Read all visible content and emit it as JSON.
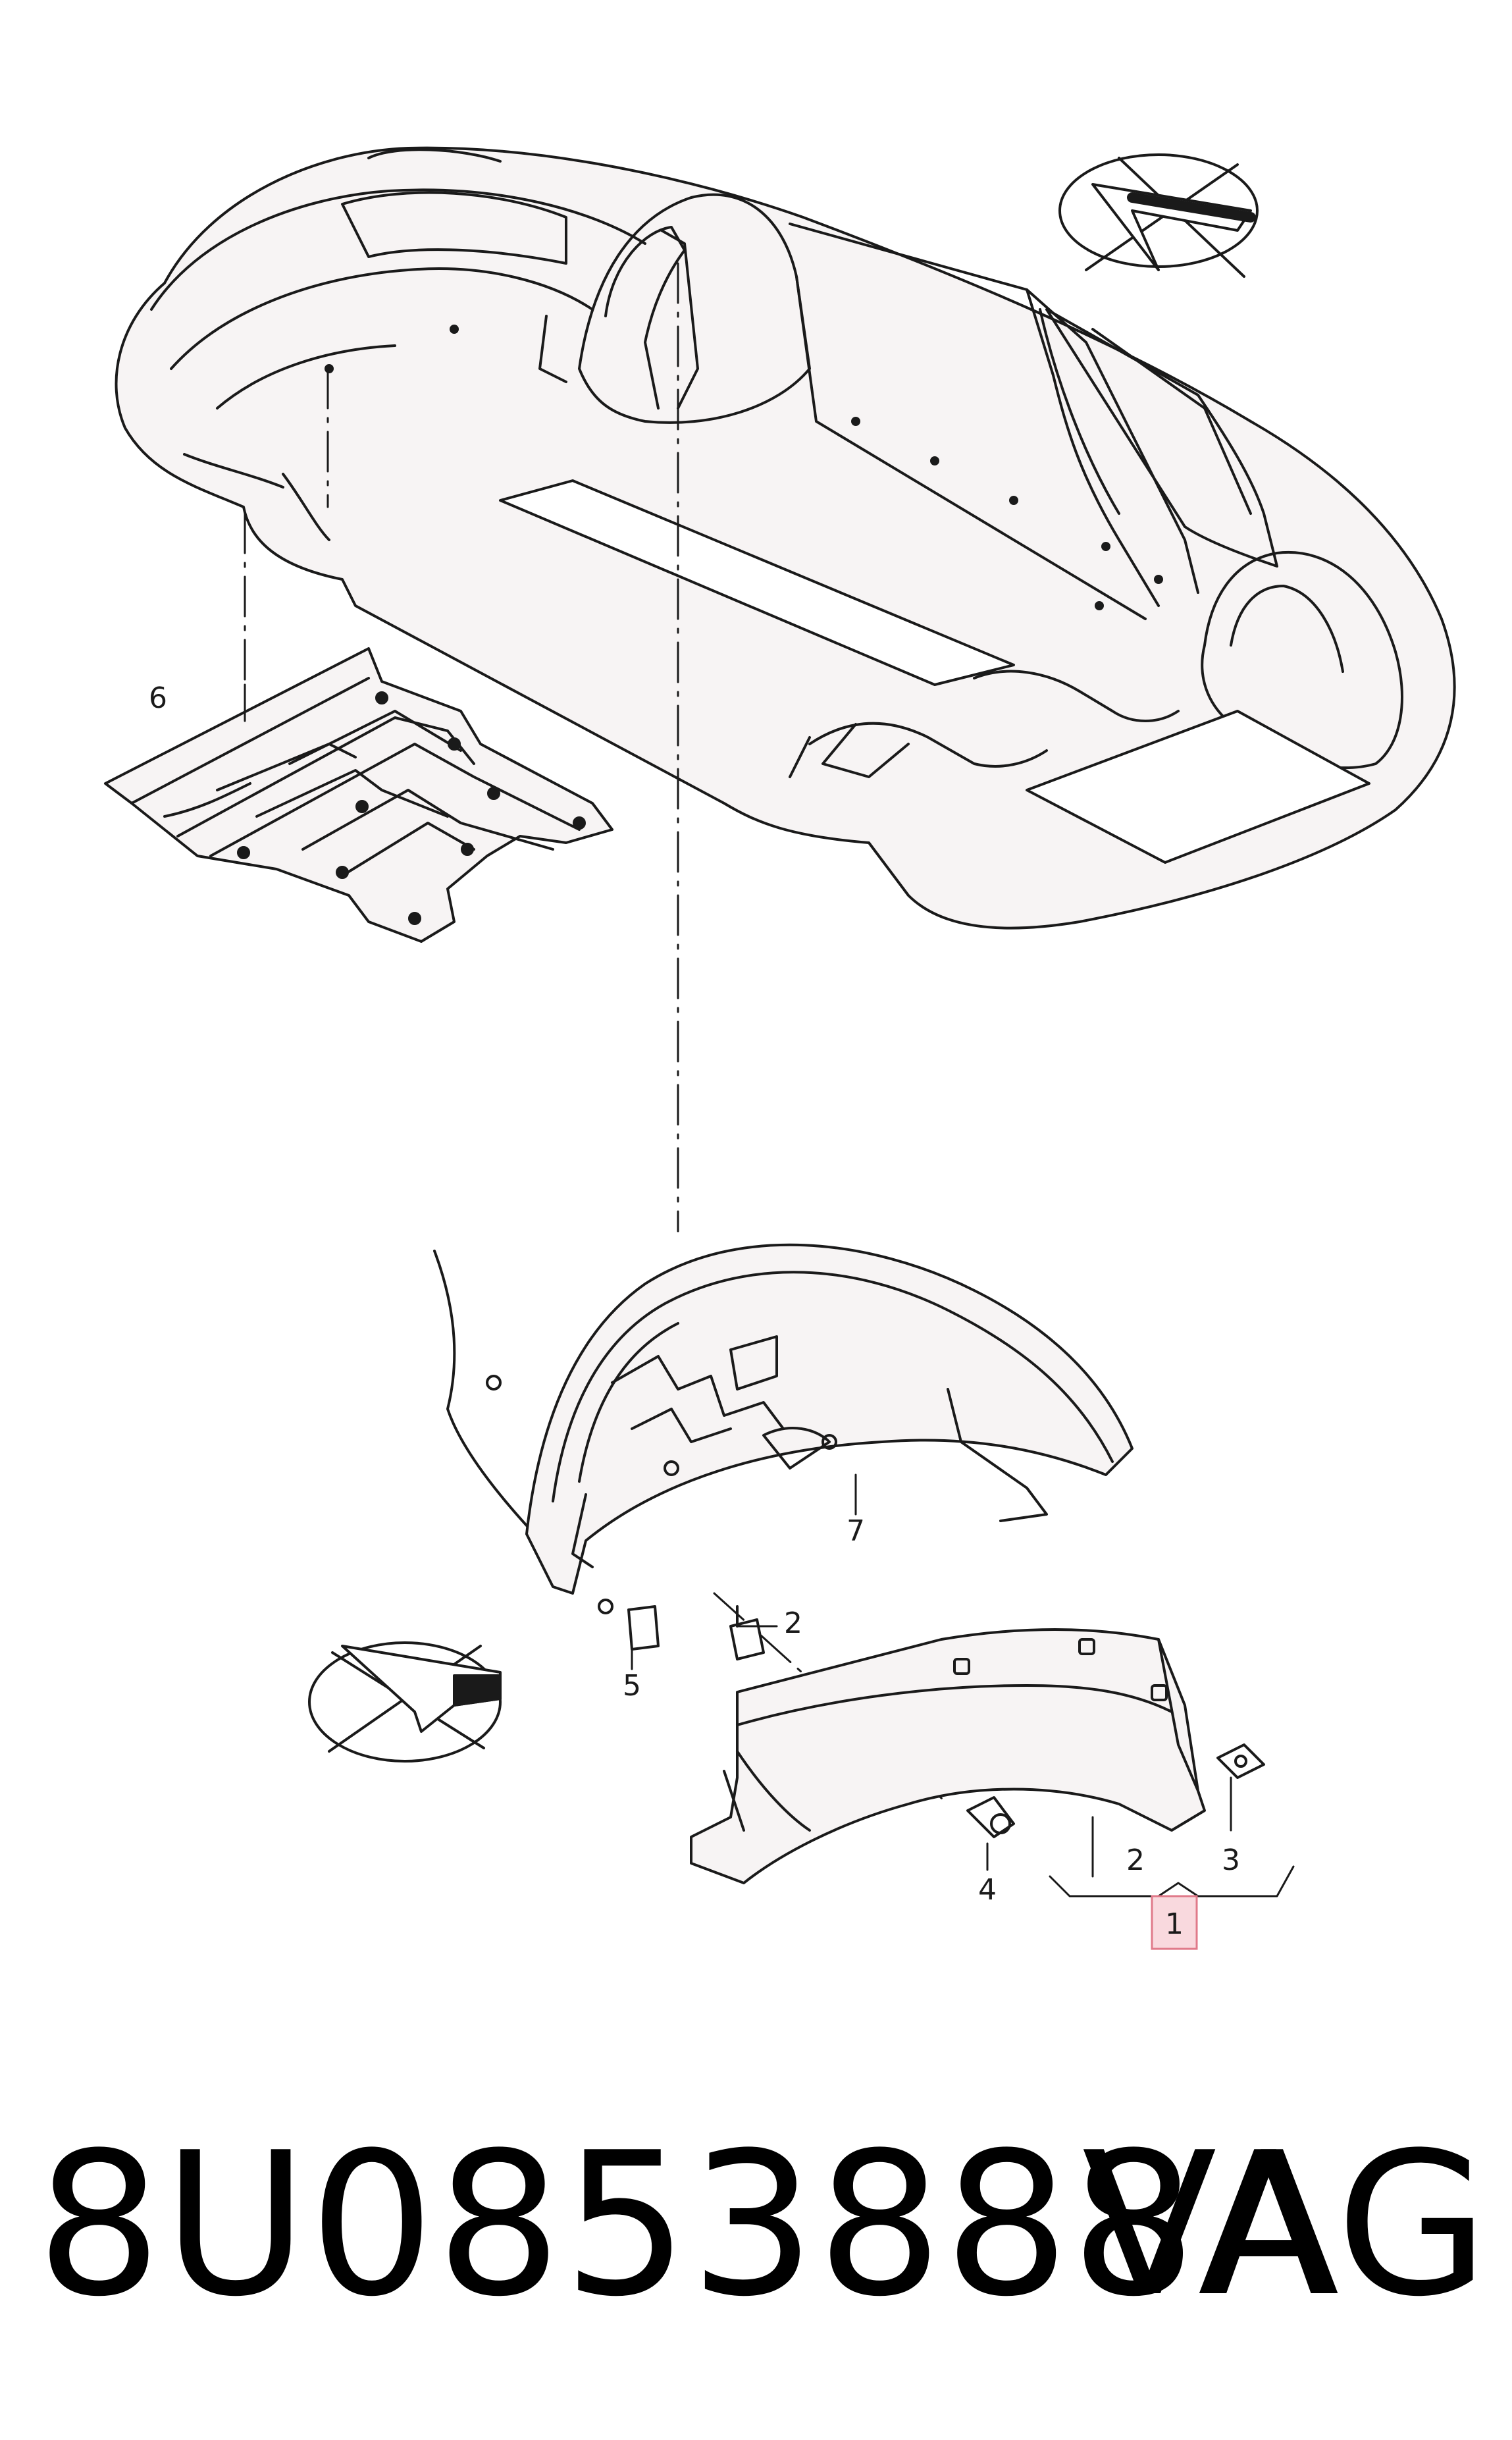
{
  "callouts": {
    "c1": "1",
    "c2a": "2",
    "c2b": "2",
    "c3": "3",
    "c4": "4",
    "c5": "5",
    "c6": "6",
    "c7": "7"
  },
  "footer": {
    "part_number": "8U0853888A",
    "brand": "VAG"
  },
  "colors": {
    "line": "#1a1a1a",
    "part_fill": "#f7f4f4",
    "highlight_fill": "#f9d9de",
    "highlight_stroke": "#e07a8a"
  },
  "icons": {
    "top_orientation": "orientation-arrow-icon",
    "bottom_orientation": "orientation-arrow-icon"
  }
}
